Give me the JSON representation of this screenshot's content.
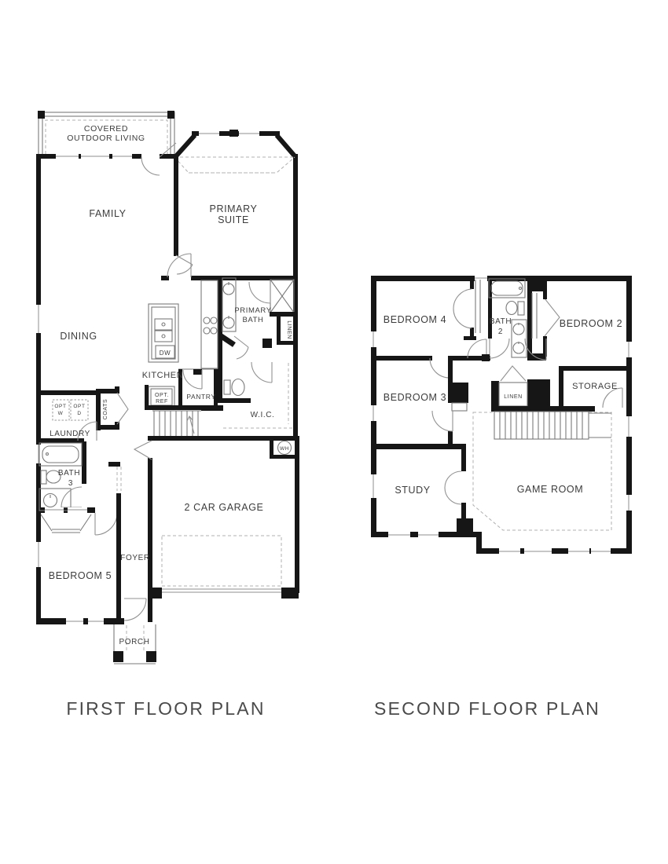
{
  "colors": {
    "background": "#ffffff",
    "wall": "#161616",
    "thin_line": "#7a7a7a",
    "dashed_line": "#b0b0b0",
    "label_text": "#3c3c3c"
  },
  "first_floor": {
    "title": "FIRST FLOOR PLAN",
    "rooms": {
      "covered_outdoor_living_line1": "COVERED",
      "covered_outdoor_living_line2": "OUTDOOR LIVING",
      "family": "FAMILY",
      "primary_suite_line1": "PRIMARY",
      "primary_suite_line2": "SUITE",
      "dining": "DINING",
      "kitchen": "KITCHEN",
      "primary_bath_line1": "PRIMARY",
      "primary_bath_line2": "BATH",
      "linen": "LINEN",
      "wic": "W.I.C.",
      "pantry": "PANTRY",
      "laundry": "LAUNDRY",
      "coats": "COATS",
      "bath3_line1": "BATH",
      "bath3_line2": "3",
      "bedroom5": "BEDROOM 5",
      "foyer": "FOYER",
      "porch": "PORCH",
      "garage": "2 CAR GARAGE"
    },
    "fixtures": {
      "opt_ref_line1": "OPT.",
      "opt_ref_line2": "REF",
      "opt_washer_line1": "OPT",
      "opt_washer_line2": "W",
      "opt_dryer_line1": "OPT",
      "opt_dryer_line2": "D",
      "dishwasher": "DW",
      "water_heater": "WH"
    }
  },
  "second_floor": {
    "title": "SECOND FLOOR PLAN",
    "rooms": {
      "bedroom4": "BEDROOM 4",
      "bath2_line1": "BATH",
      "bath2_line2": "2",
      "bedroom2": "BEDROOM 2",
      "bedroom3": "BEDROOM 3",
      "linen": "LINEN",
      "storage": "STORAGE",
      "study": "STUDY",
      "game_room": "GAME ROOM"
    }
  }
}
